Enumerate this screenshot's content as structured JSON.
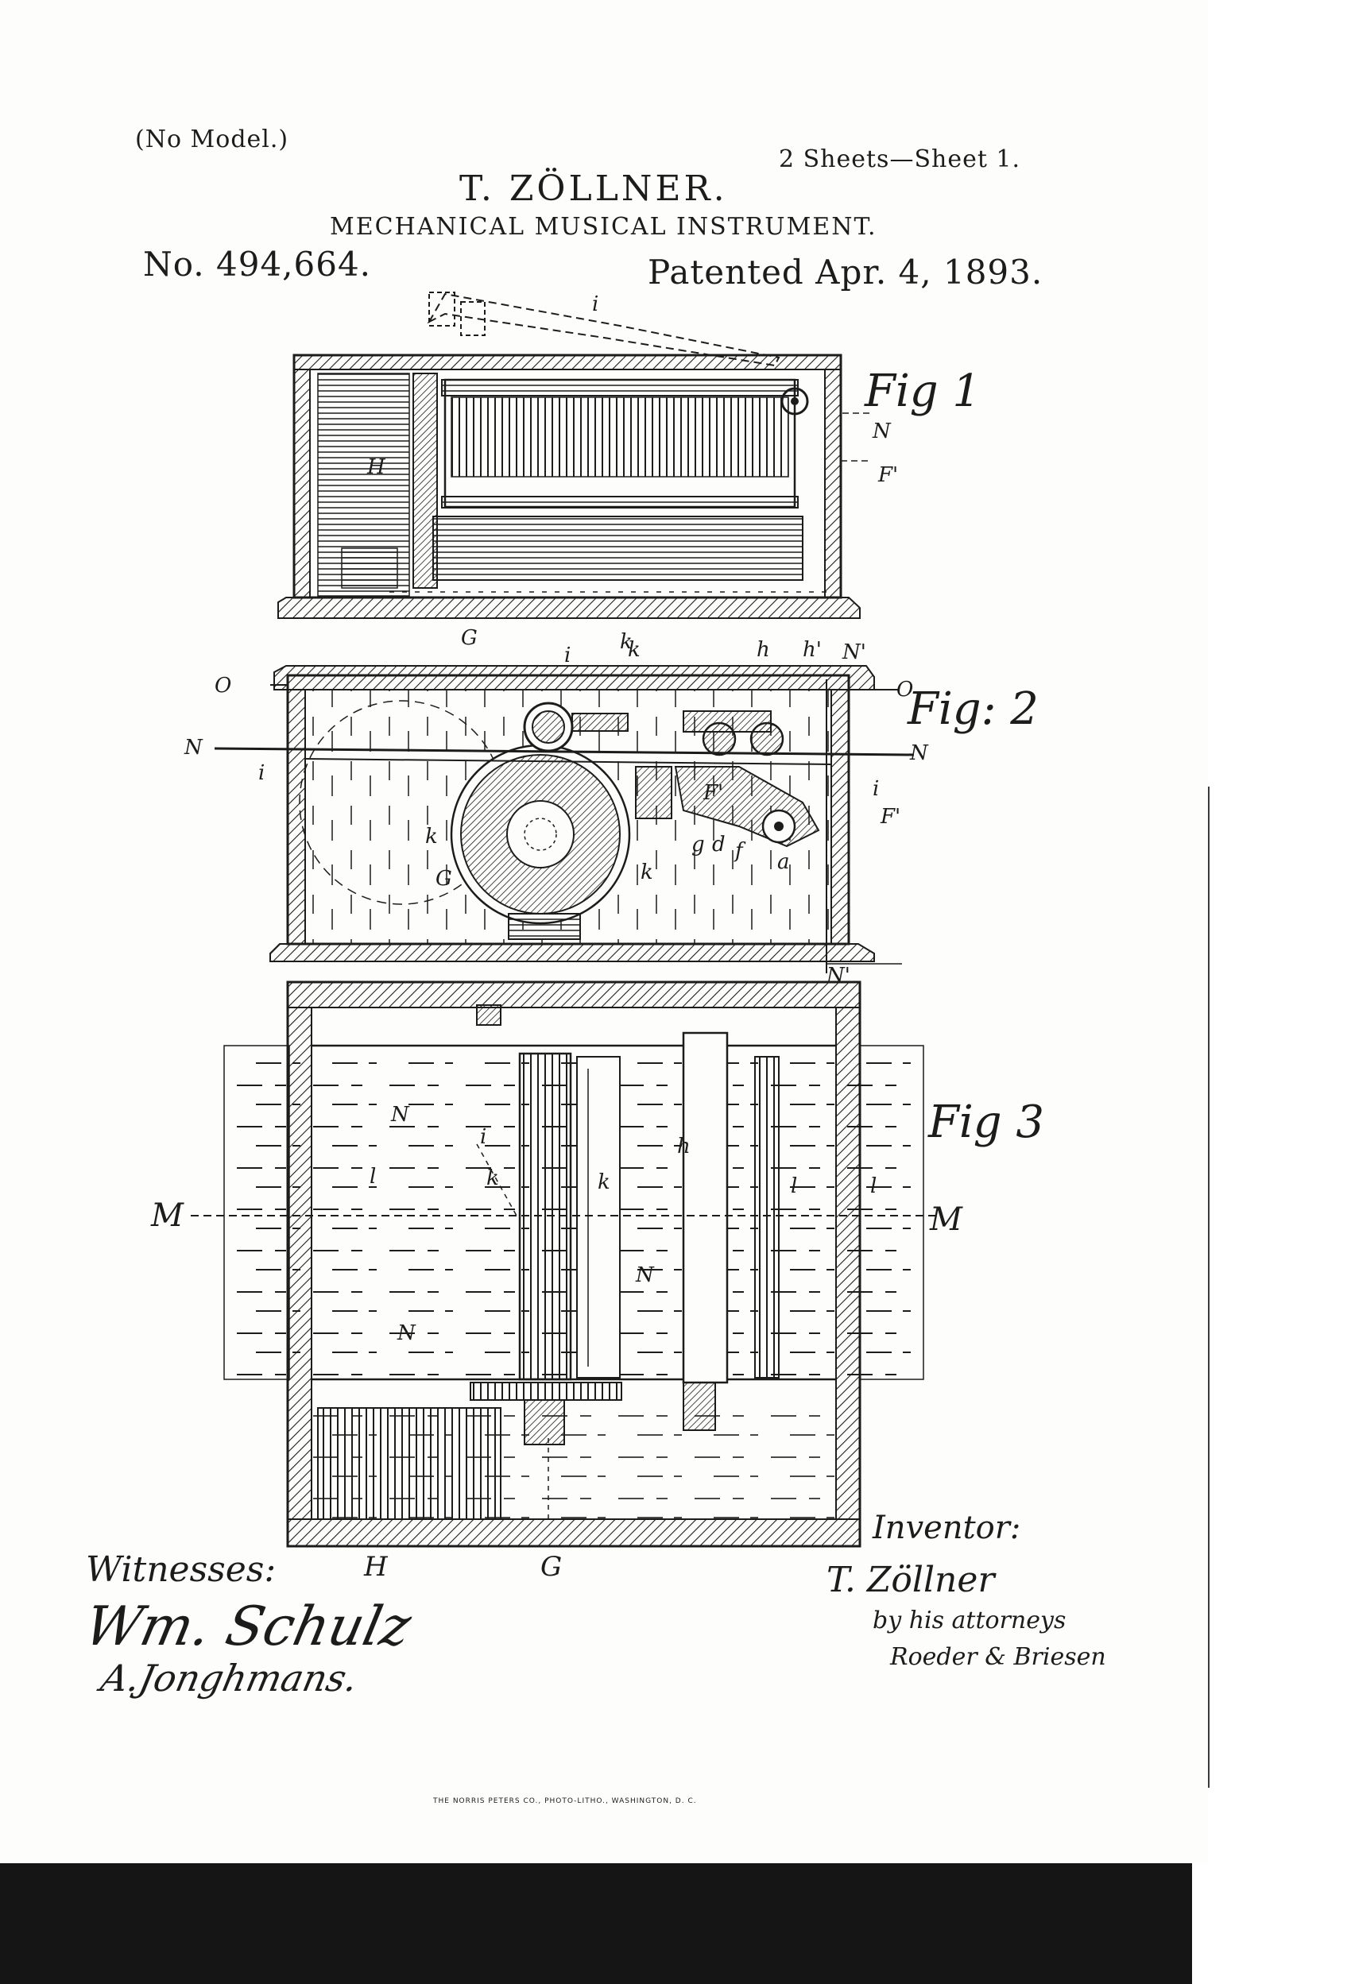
{
  "header": {
    "model_note": "(No Model.)",
    "sheet_info": "2 Sheets—Sheet 1.",
    "inventor": "T. ZÖLLNER.",
    "title": "MECHANICAL MUSICAL INSTRUMENT.",
    "patent_number": "No. 494,664.",
    "patent_date": "Patented Apr. 4, 1893."
  },
  "figures": {
    "fig1": {
      "label": "Fig 1"
    },
    "fig2": {
      "label": "Fig: 2"
    },
    "fig3": {
      "label": "Fig 3"
    }
  },
  "reference_letters": {
    "fig1": {
      "i": "i",
      "H": "H",
      "G": "G",
      "k": "k",
      "N": "N",
      "F1": "F'"
    },
    "fig2": {
      "O_left": "O",
      "O_right": "O",
      "N_left": "N",
      "N_right": "N",
      "N1_top": "N'",
      "N1_bottom": "N'",
      "i_top": "i",
      "i_left": "i",
      "i_right": "i",
      "k_top": "k",
      "h_top": "h",
      "h1_top": "h'",
      "k_left": "k",
      "G": "G",
      "k_right": "k",
      "g": "g",
      "d": "d",
      "f": "f",
      "a": "a",
      "F1": "F'",
      "F1_inner": "F'"
    },
    "fig3": {
      "M_left": "M",
      "M_right": "M",
      "N_upper": "N",
      "N_mid": "N",
      "N_lower": "N",
      "i": "i",
      "l_left": "l",
      "l_mid": "l",
      "l_right": "l",
      "k_left": "k",
      "k_mid": "k",
      "h": "h",
      "H": "H",
      "G": "G"
    }
  },
  "witnesses": {
    "heading": "Witnesses:",
    "names": [
      "Wm. Schulz",
      "A.Jonghmans."
    ]
  },
  "inventor_block": {
    "heading": "Inventor:",
    "name": "T. Zöllner",
    "by_line": "by his attorneys",
    "attorneys": "Roeder & Briesen"
  },
  "footer": {
    "printer": "THE NORRIS PETERS CO., PHOTO-LITHO., WASHINGTON, D. C."
  },
  "colors": {
    "paper": "#fdfdfb",
    "ink": "#1c1c1c",
    "scan_band": "#151515"
  }
}
